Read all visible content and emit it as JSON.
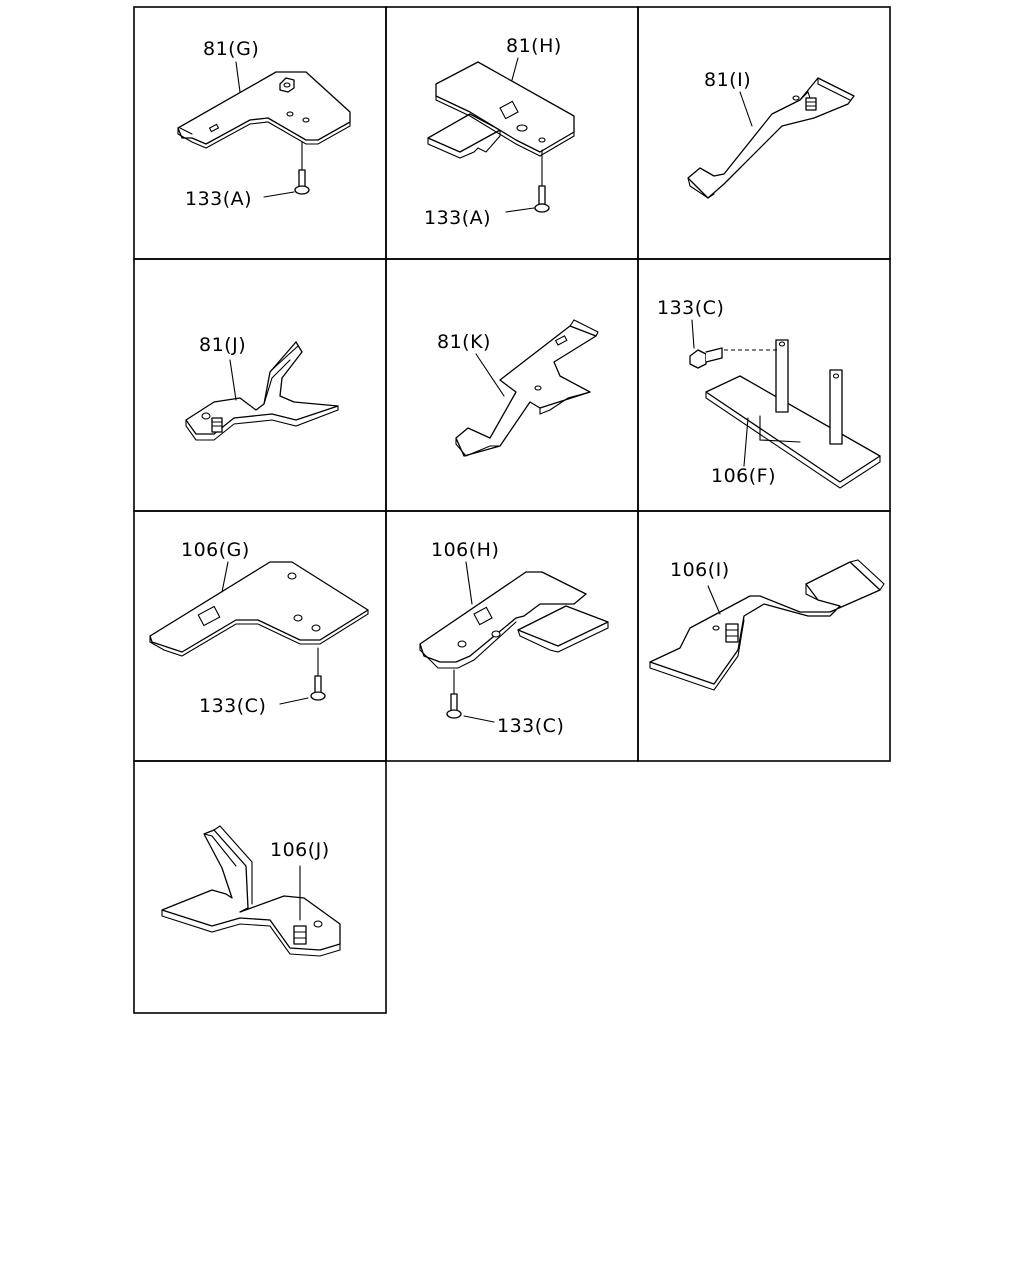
{
  "panels": [
    {
      "id": "81G",
      "labels": [
        "81(G)",
        "133(A)"
      ]
    },
    {
      "id": "81H",
      "labels": [
        "81(H)",
        "133(A)"
      ]
    },
    {
      "id": "81I",
      "labels": [
        "81(I)"
      ]
    },
    {
      "id": "81J",
      "labels": [
        "81(J)"
      ]
    },
    {
      "id": "81K",
      "labels": [
        "81(K)"
      ]
    },
    {
      "id": "106F",
      "labels": [
        "133(C)",
        "106(F)"
      ]
    },
    {
      "id": "106G",
      "labels": [
        "106(G)",
        "133(C)"
      ]
    },
    {
      "id": "106H",
      "labels": [
        "106(H)",
        "133(C)"
      ]
    },
    {
      "id": "106I",
      "labels": [
        "106(I)"
      ]
    },
    {
      "id": "106J",
      "labels": [
        "106(J)"
      ]
    }
  ]
}
